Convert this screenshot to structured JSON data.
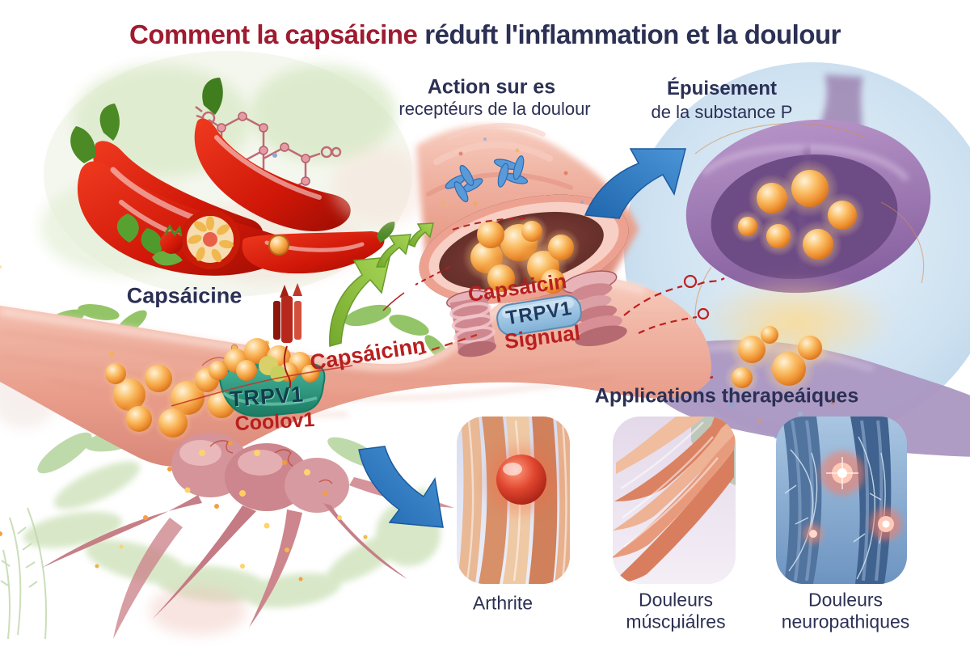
{
  "title": {
    "part1": "Comment la capsáicine",
    "part2": "réduft l'inflammation et la doulour"
  },
  "source": {
    "label": "Capsáicine"
  },
  "receptor_action": {
    "line1": "Action sur es",
    "line2": "receptéurs de la doulour",
    "capsaicin_label": "Capsáicin",
    "channel_label": "TRPV1",
    "signal_label": "Signual"
  },
  "nerve": {
    "capsaicin_label": "Capsáicinn",
    "receptor_label": "TRPV1",
    "receptor_sublabel": "Coolov1"
  },
  "substance_p": {
    "line1": "Épuisement",
    "line2": "de la substance P"
  },
  "applications": {
    "heading": "Applications therapeáiques",
    "items": [
      {
        "line1": "Arthrite",
        "line2": ""
      },
      {
        "line1": "Douleurs",
        "line2": "múscμiálres"
      },
      {
        "line1": "Douleurs",
        "line2": "neuropathiques"
      }
    ]
  },
  "colors": {
    "title_red": "#9e1b30",
    "navy": "#2b3054",
    "label_red": "#b81f1f",
    "nerve_pink": "#eda291",
    "capsaicin_orange": "#ef9334",
    "receptor_teal": "#2b9c84",
    "channel_blue": "#9fc8e4",
    "arrow_green": "#8dc63f",
    "arrow_blue": "#2e78c2",
    "synapse_bg": "#cfe2f1",
    "synapse_mauve": "#9b7ab0",
    "panel_neuro_blue": "#7da3cc"
  }
}
